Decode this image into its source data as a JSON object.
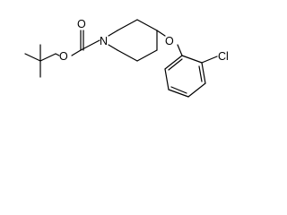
{
  "molecule": {
    "atoms": {
      "ring_nitrogen": "N",
      "carbonyl_oxygen": "O",
      "ester_oxygen": "O",
      "ether_oxygen": "O",
      "chlorine": "Cl"
    }
  }
}
